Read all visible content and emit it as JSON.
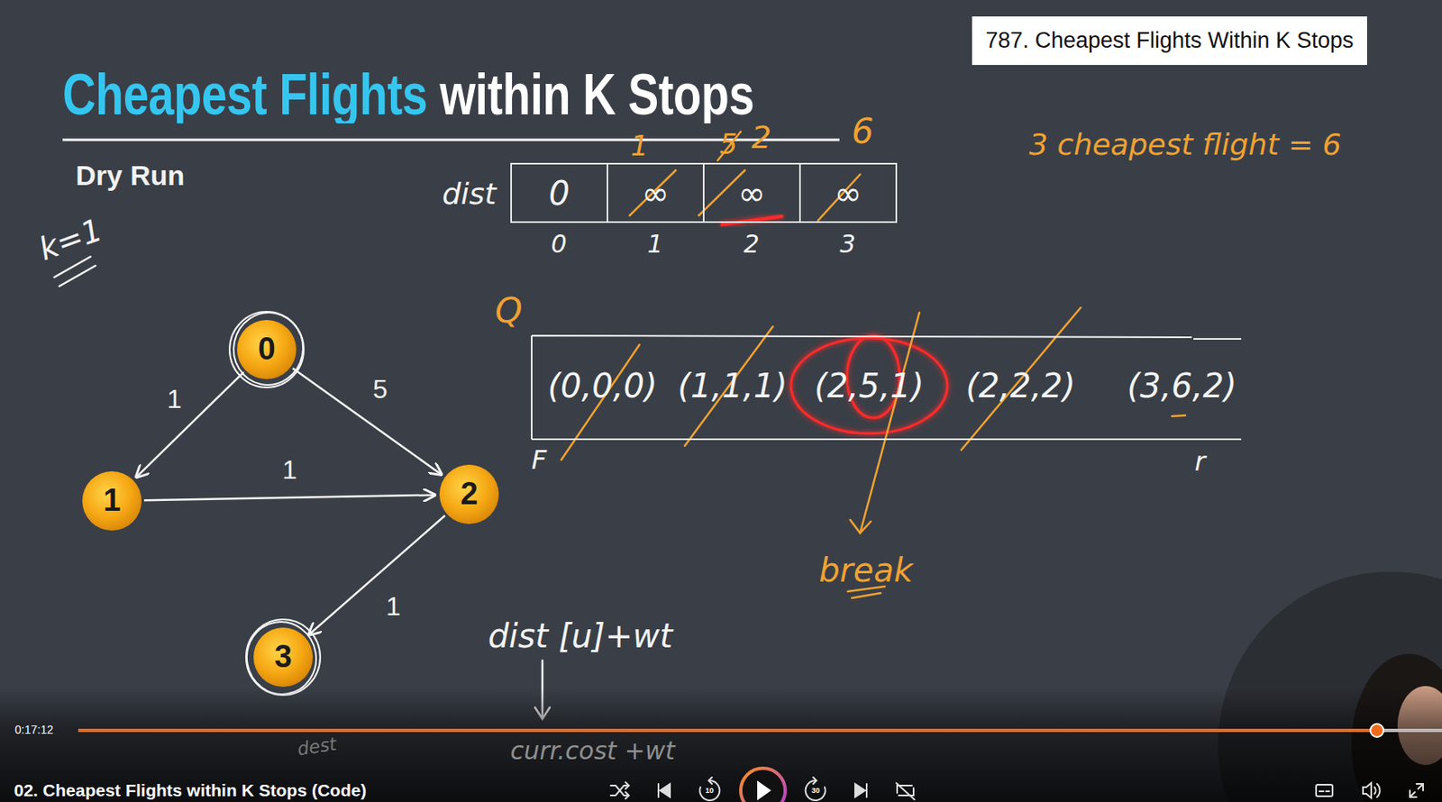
{
  "diagram": {
    "title": "Cheapest Flights within K Stops",
    "nodes": [
      {
        "text": [
          "787. Cheapest Flights Within K Stops"
        ]
      },
      {
        "text": [
          "0"
        ]
      },
      {
        "text": [
          "∞"
        ]
      },
      {
        "text": [
          "∞"
        ]
      },
      {
        "text": [
          "∞"
        ]
      },
      {
        "text": [
          "(0,0,0)",
          "(1,1,1)",
          "(2,5,1)",
          "(2,2,2)",
          "(3,6,2)"
        ]
      },
      {
        "text": [
          "0"
        ]
      },
      {
        "text": [
          "1"
        ]
      },
      {
        "text": [
          "2"
        ]
      },
      {
        "text": [
          "3"
        ]
      }
    ],
    "edges": [
      {
        "from": 6,
        "to": 7,
        "arrow": "to",
        "label": "1"
      },
      {
        "from": 6,
        "to": 8,
        "arrow": "to",
        "label": "5"
      },
      {
        "from": 7,
        "to": 8,
        "arrow": "to",
        "label": "1"
      },
      {
        "from": 8,
        "to": 9,
        "arrow": "to",
        "label": "1"
      }
    ],
    "labels": [
      "Dry Run",
      "dist",
      "1",
      "5",
      "2",
      "6",
      "0",
      "1",
      "2",
      "3",
      "k=1",
      "Q",
      "F",
      "r",
      "break",
      "3 cheapest flight = 6",
      "dist [u]+wt",
      "curr.cost +wt",
      "dest",
      "0:17:12",
      "02. Cheapest Flights within K Stops (Code)",
      "10",
      "30"
    ]
  }
}
